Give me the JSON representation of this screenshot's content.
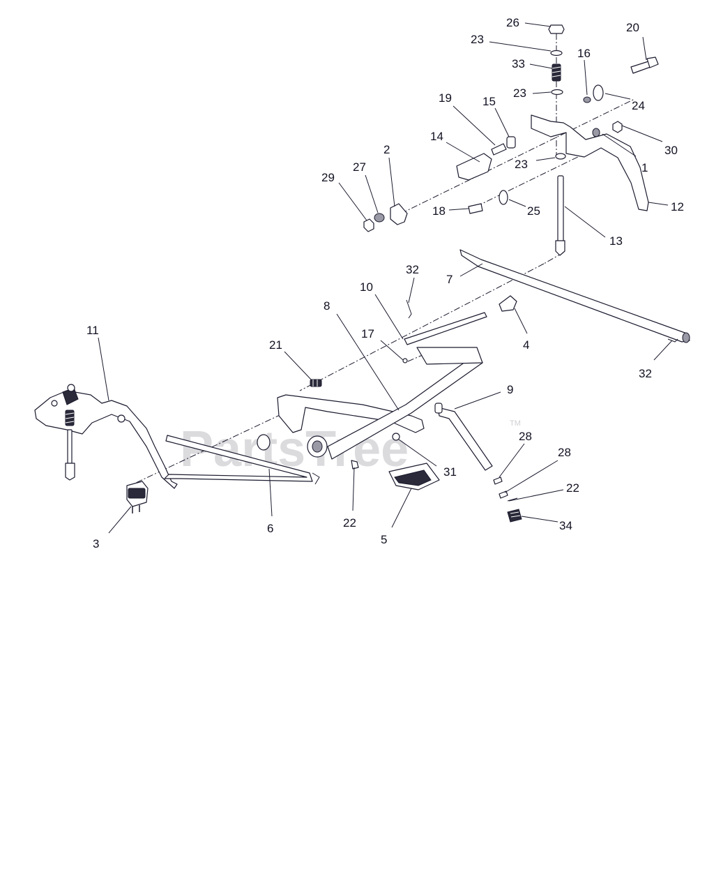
{
  "watermark": {
    "brand": "PartsTree",
    "trademark": "TM"
  },
  "callouts": [
    {
      "id": "c1",
      "label": "26"
    },
    {
      "id": "c2",
      "label": "20"
    },
    {
      "id": "c3",
      "label": "23"
    },
    {
      "id": "c4",
      "label": "33"
    },
    {
      "id": "c5",
      "label": "16"
    },
    {
      "id": "c6",
      "label": "23"
    },
    {
      "id": "c7",
      "label": "24"
    },
    {
      "id": "c8",
      "label": "19"
    },
    {
      "id": "c9",
      "label": "15"
    },
    {
      "id": "c10",
      "label": "30"
    },
    {
      "id": "c11",
      "label": "14"
    },
    {
      "id": "c12",
      "label": "23"
    },
    {
      "id": "c13",
      "label": "1"
    },
    {
      "id": "c14",
      "label": "2"
    },
    {
      "id": "c15",
      "label": "27"
    },
    {
      "id": "c16",
      "label": "29"
    },
    {
      "id": "c17",
      "label": "12"
    },
    {
      "id": "c18",
      "label": "18"
    },
    {
      "id": "c19",
      "label": "25"
    },
    {
      "id": "c20",
      "label": "13"
    },
    {
      "id": "c21",
      "label": "32"
    },
    {
      "id": "c22",
      "label": "7"
    },
    {
      "id": "c23",
      "label": "10"
    },
    {
      "id": "c24",
      "label": "8"
    },
    {
      "id": "c25",
      "label": "17"
    },
    {
      "id": "c26",
      "label": "4"
    },
    {
      "id": "c27",
      "label": "11"
    },
    {
      "id": "c28",
      "label": "21"
    },
    {
      "id": "c29",
      "label": "32"
    },
    {
      "id": "c30",
      "label": "9"
    },
    {
      "id": "c31",
      "label": "28"
    },
    {
      "id": "c32",
      "label": "28"
    },
    {
      "id": "c33",
      "label": "31"
    },
    {
      "id": "c34",
      "label": "22"
    },
    {
      "id": "c35",
      "label": "3"
    },
    {
      "id": "c36",
      "label": "6"
    },
    {
      "id": "c37",
      "label": "22"
    },
    {
      "id": "c38",
      "label": "5"
    },
    {
      "id": "c39",
      "label": "34"
    }
  ]
}
